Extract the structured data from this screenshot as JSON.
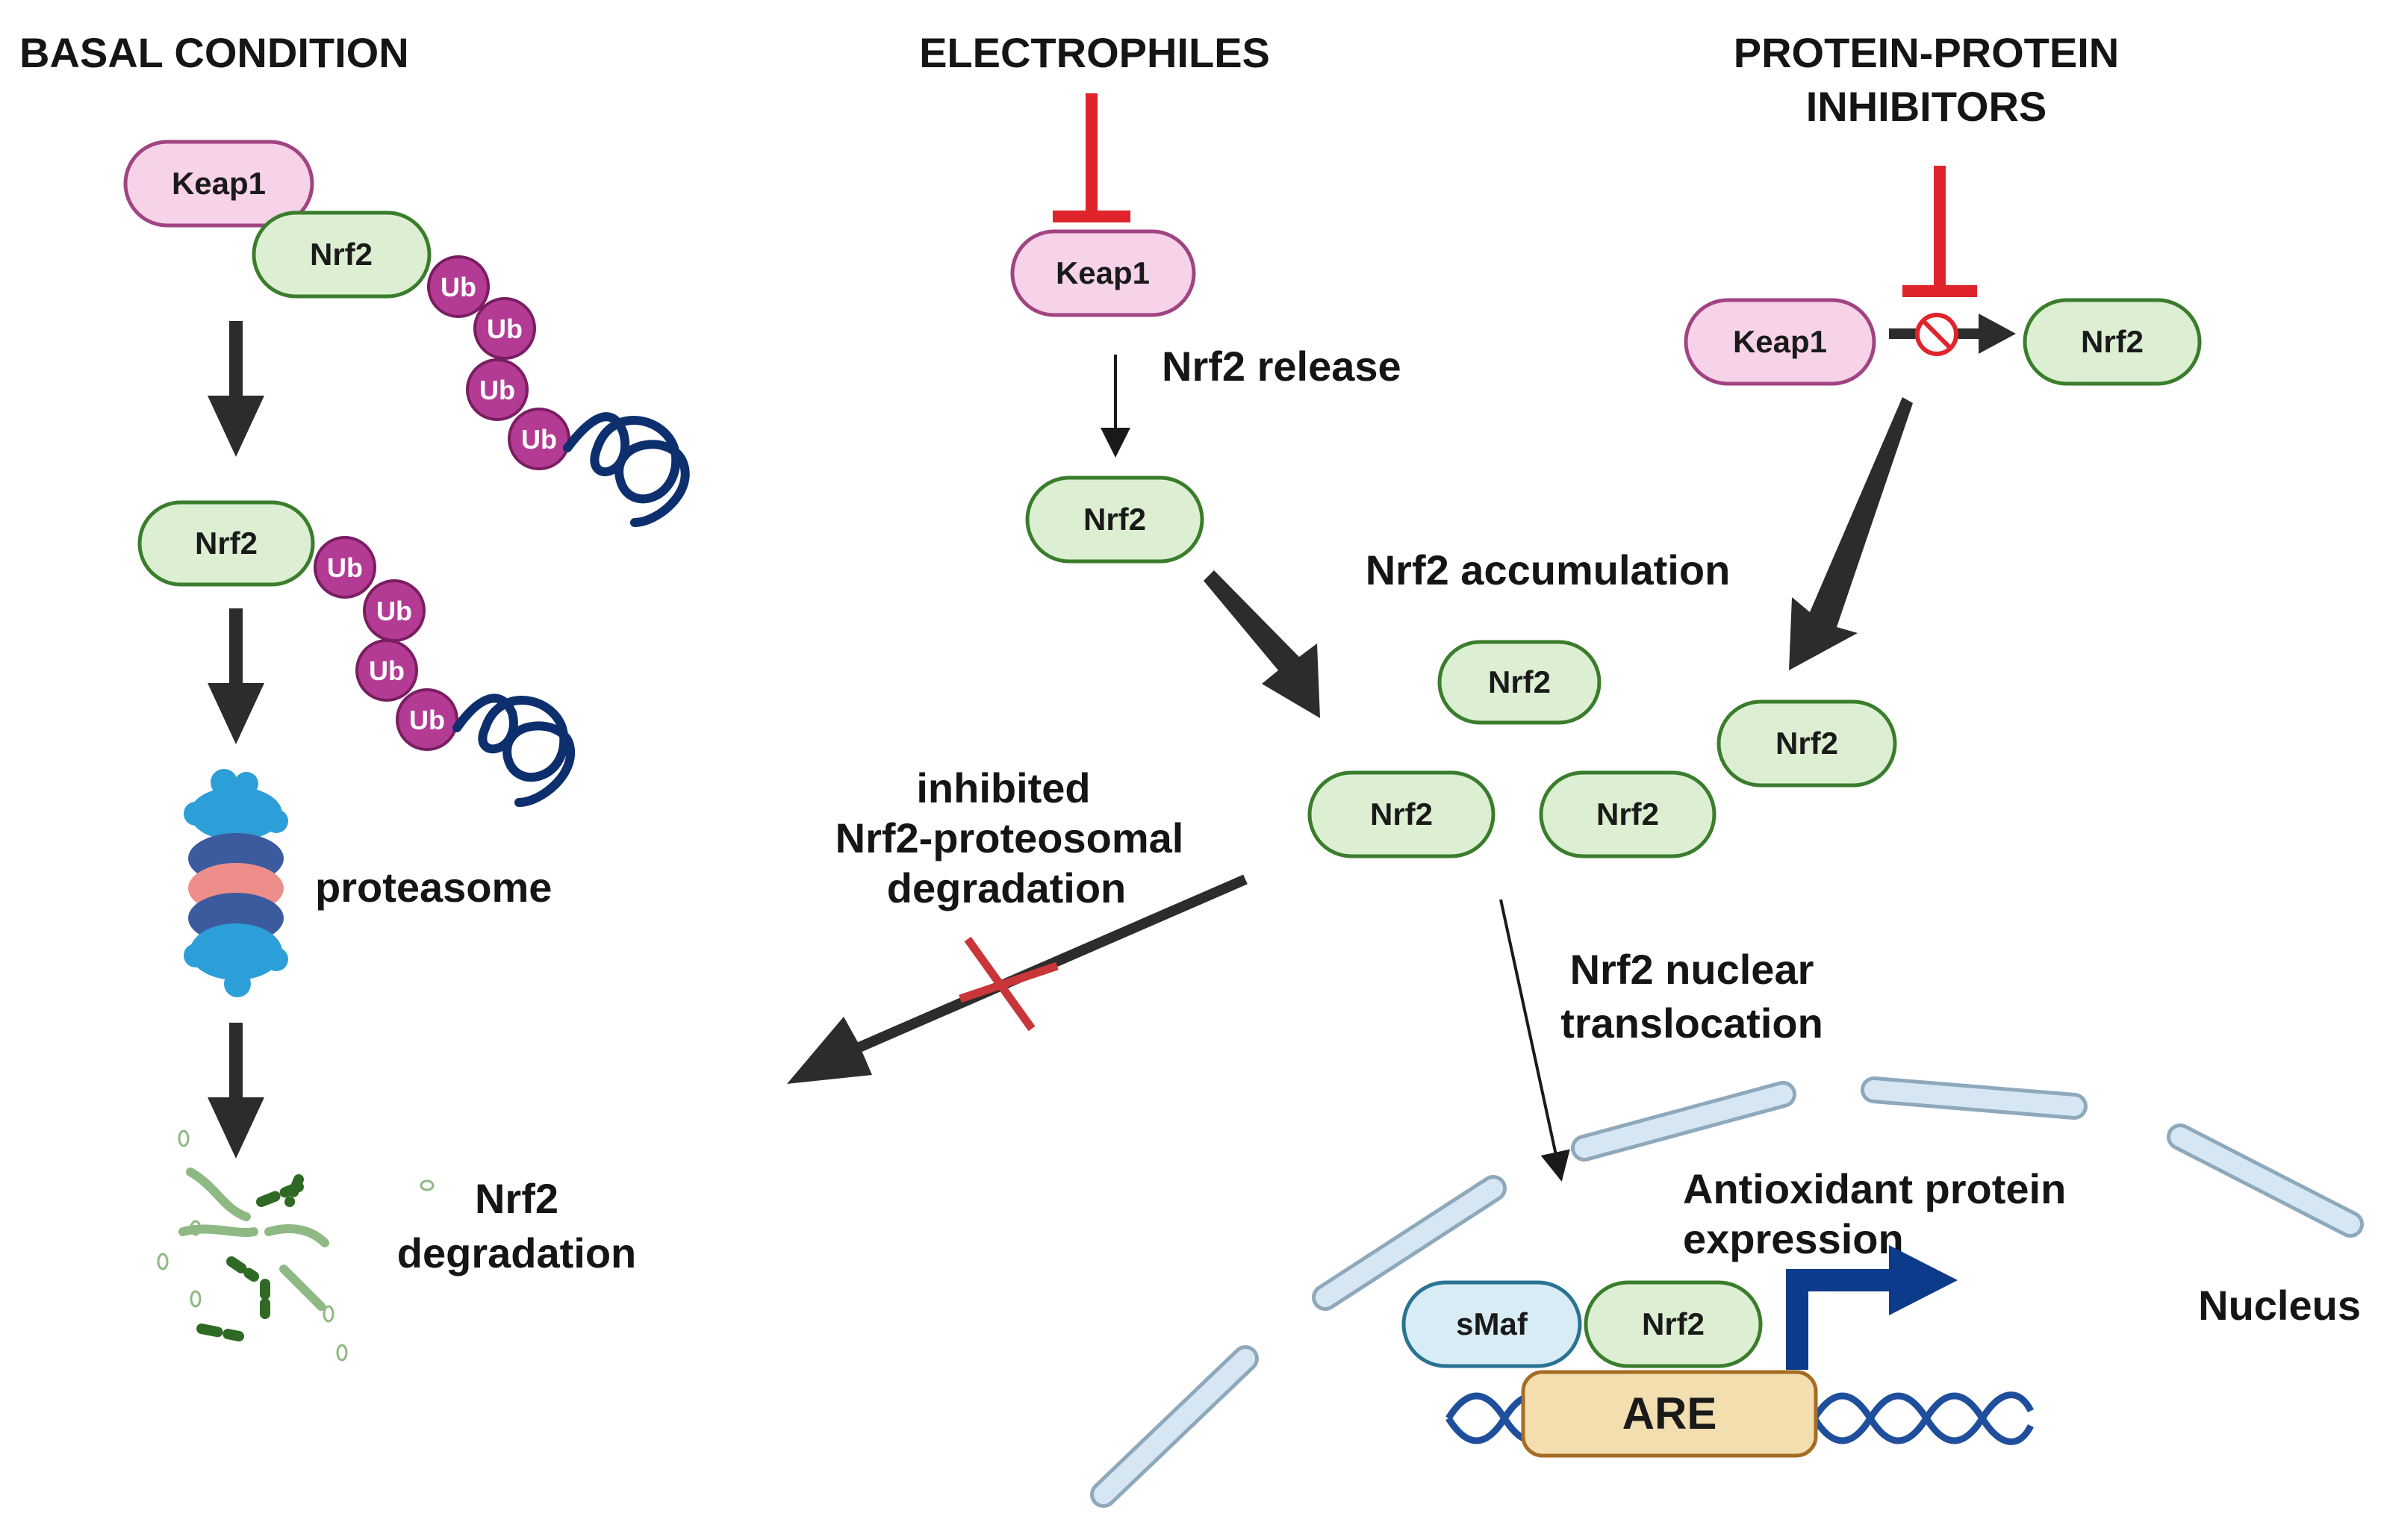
{
  "headers": {
    "basal": "BASAL CONDITION",
    "electrophiles": "ELECTROPHILES",
    "ppi_line1": "PROTEIN-PROTEIN",
    "ppi_line2": "INHIBITORS"
  },
  "proteins": {
    "keap1": "Keap1",
    "nrf2": "Nrf2",
    "ub": "Ub",
    "smaf": "sMaf",
    "are": "ARE"
  },
  "labels": {
    "proteasome": "proteasome",
    "degradation_line1": "Nrf2",
    "degradation_line2": "degradation",
    "release": "Nrf2 release",
    "accumulation": "Nrf2 accumulation",
    "inhibited_line1": "inhibited",
    "inhibited_line2": "Nrf2-proteosomal",
    "inhibited_line3": "degradation",
    "translocation_line1": "Nrf2 nuclear",
    "translocation_line2": "translocation",
    "expression_line1": "Antioxidant protein",
    "expression_line2": "expression",
    "nucleus": "Nucleus"
  },
  "colors": {
    "keap1_fill": "#f6d3e8",
    "keap1_stroke": "#a04482",
    "nrf2_fill": "#dcefd2",
    "nrf2_stroke": "#3a7d2c",
    "ub_fill": "#b33b93",
    "inhibit_red": "#e0242b",
    "proteasome_blue": "#2d9fd8",
    "proteasome_dark": "#3c5a9e",
    "proteasome_pink": "#ee8e8a",
    "dna_blue": "#1f4e9c",
    "are_fill": "#f3deb0",
    "smaf_fill": "#d7ecf4",
    "nucleus_fill": "#d6e7f3"
  }
}
